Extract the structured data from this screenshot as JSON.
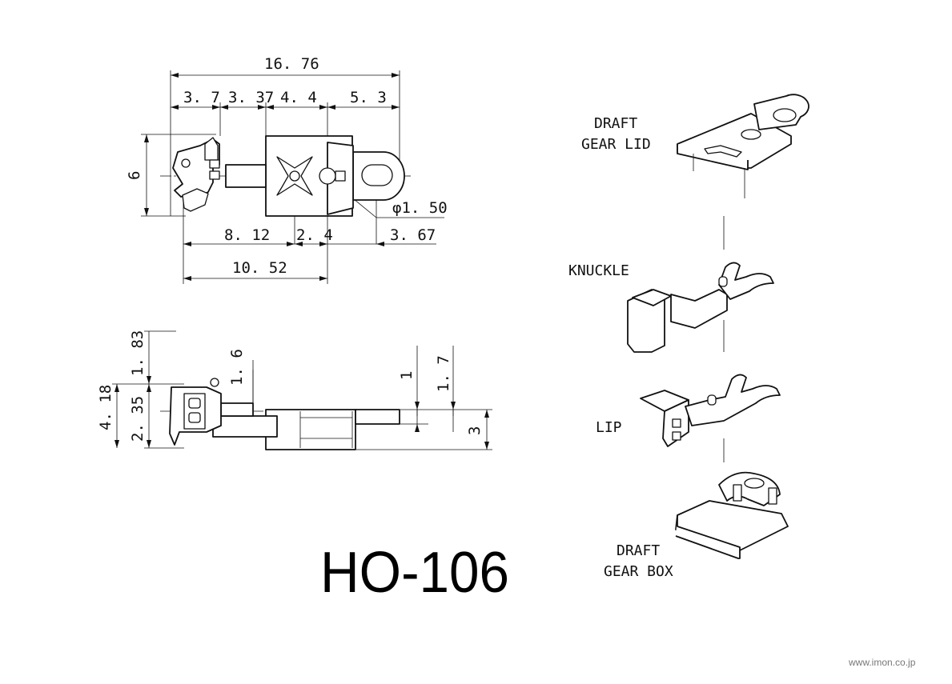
{
  "top_view": {
    "dims": {
      "overall": "16. 76",
      "seg1": "3. 7",
      "seg2": "3. 37",
      "seg3": "4. 4",
      "seg4": "5. 3",
      "height": "6",
      "phi": "φ1. 50",
      "b1": "8. 12",
      "b2": "2. 4",
      "b3": "3. 67",
      "b4": "10. 52"
    }
  },
  "side_view": {
    "dims": {
      "h_total": "4. 18",
      "h_upper": "1. 83",
      "h_lower": "2. 35",
      "knuckle_h": "1. 6",
      "d1": "1",
      "d2": "1. 7",
      "d3": "3"
    }
  },
  "components": {
    "draft_gear_lid": [
      "DRAFT",
      "GEAR LID"
    ],
    "knuckle": "KNUCKLE",
    "lip": "LIP",
    "draft_gear_box": [
      "DRAFT",
      "GEAR BOX"
    ]
  },
  "part_number": "HO-106",
  "footer_url": "www.imon.co.jp"
}
